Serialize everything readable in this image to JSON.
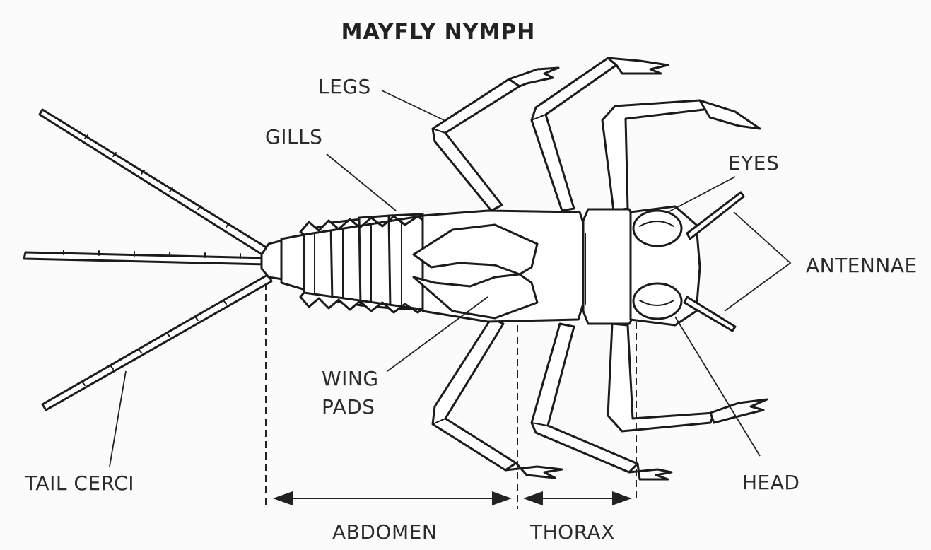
{
  "title": "MAYFLY NYMPH",
  "labels": {
    "legs": "LEGS",
    "gills": "GILLS",
    "eyes": "EYES",
    "antennae": "ANTENNAE",
    "wing_pads_line1": "WING",
    "wing_pads_line2": "PADS",
    "tail_cerci": "TAIL CERCI",
    "head": "HEAD",
    "abdomen": "ABDOMEN",
    "thorax": "THORAX"
  }
}
